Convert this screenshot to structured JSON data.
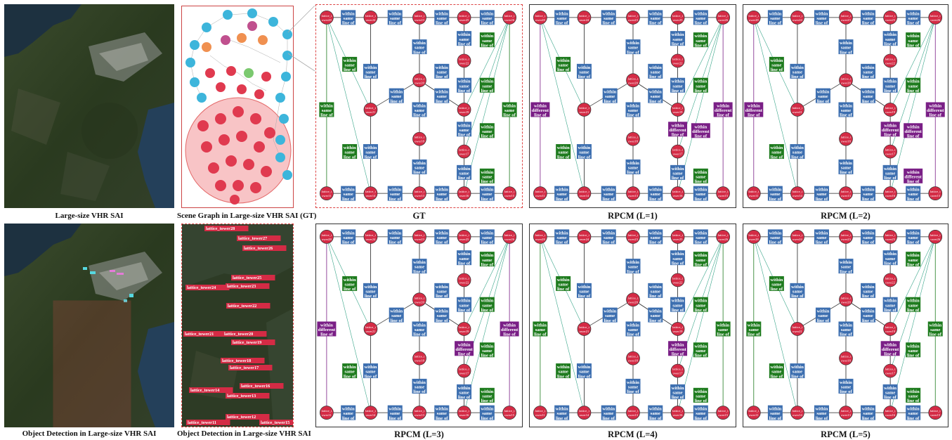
{
  "captions": {
    "sat_top": "Large-size VHR SAI",
    "scene_graph": "Scene Graph in Large-size VHR SAI (GT)",
    "gt": "GT",
    "rpcm1": "RPCM (L=1)",
    "rpcm2": "RPCM (L=2)",
    "sat_bottom": "Object Detection in Large-size VHR SAI",
    "det_crop": "Object Detection in Large-size VHR SAI",
    "rpcm3": "RPCM (L=3)",
    "rpcm4": "RPCM (L=4)",
    "rpcm5": "RPCM (L=5)"
  },
  "colors": {
    "node_fill": "#d42b45",
    "edge_same_line": "#1e7b1e",
    "edge_within_blue": "#3d6fb0",
    "edge_different_line": "#7a1f86",
    "detection_box": "#d42b45",
    "sat_base": "#2c3a20"
  },
  "relation_labels": {
    "same_line": "within same line of",
    "different_line": "within different line of"
  },
  "node_label_prefix": "lattice_t ower",
  "detections": [
    "lattice_tower28",
    "lattice_tower27",
    "lattice_tower26",
    "lattice_tower25",
    "lattice_tower24",
    "lattice_tower23",
    "lattice_tower22",
    "lattice_tower21",
    "lattice_tower20",
    "lattice_tower19",
    "lattice_tower18",
    "lattice_tower17",
    "lattice_tower16",
    "lattice_tower14",
    "lattice_tower13",
    "lattice_tower12",
    "lattice_tower11",
    "lattice_tower15"
  ],
  "graph_nodes": [
    "28",
    "24",
    "23",
    "25",
    "26",
    "21",
    "20",
    "19",
    "22",
    "18",
    "17",
    "11",
    "14",
    "13",
    "16",
    "15"
  ],
  "graph_variants": {
    "gt": {
      "purple": []
    },
    "rpcm1": {
      "purple": [
        "left",
        "right",
        "mid1",
        "mid2"
      ]
    },
    "rpcm2": {
      "purple": [
        "left",
        "right",
        "mid1",
        "mid2",
        "mid3"
      ]
    },
    "rpcm3": {
      "purple": [
        "left",
        "right",
        "mid1"
      ]
    },
    "rpcm4": {
      "purple": [
        "mid1"
      ]
    },
    "rpcm5": {
      "purple": [
        "mid1"
      ]
    }
  }
}
